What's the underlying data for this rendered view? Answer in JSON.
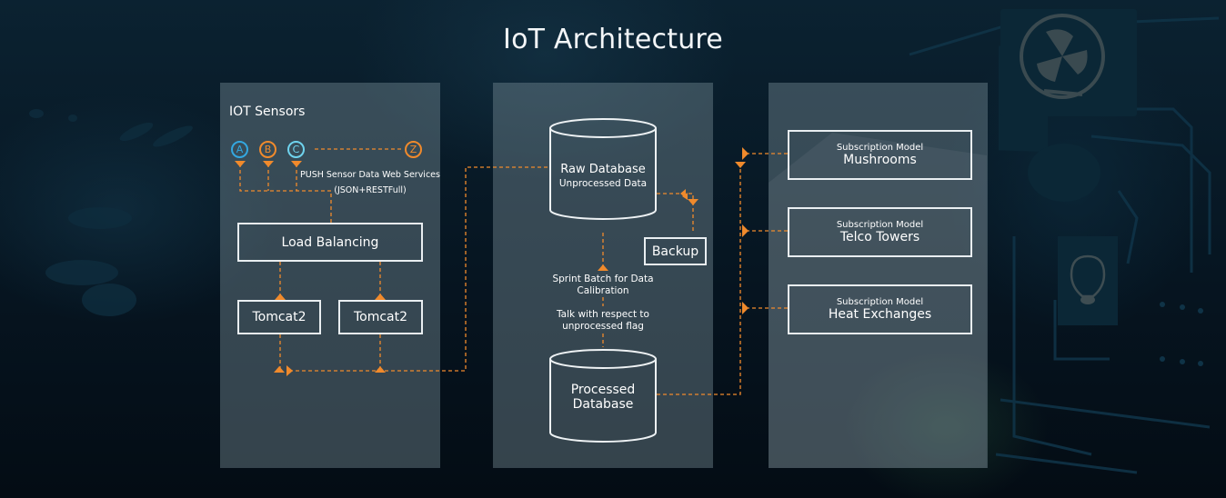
{
  "title": "IoT Architecture",
  "colors": {
    "accent": "#f08a2c",
    "sensor_a": "#33a7e0",
    "sensor_b": "#f08a2c",
    "sensor_c": "#6fd3ee",
    "sensor_z": "#f08a2c"
  },
  "sensors_panel": {
    "heading": "IOT Sensors",
    "sensors": [
      {
        "label": "A"
      },
      {
        "label": "B"
      },
      {
        "label": "C"
      },
      {
        "label": "Z"
      }
    ],
    "push_label_line1": "PUSH Sensor Data Web Services",
    "push_label_line2": "(JSON+RESTFull)",
    "load_balancer": "Load Balancing",
    "servers": [
      {
        "label": "Tomcat2"
      },
      {
        "label": "Tomcat2"
      }
    ]
  },
  "database_panel": {
    "raw_db": {
      "title": "Raw Database",
      "subtitle": "Unprocessed Data"
    },
    "backup": "Backup",
    "batch_label": "Sprint Batch for Data Calibration",
    "talk_label": "Talk with respect to unprocessed flag",
    "processed_db": {
      "title_line1": "Processed",
      "title_line2": "Database"
    }
  },
  "subscriptions_panel": {
    "models": [
      {
        "caption": "Subscription Model",
        "name": "Mushrooms"
      },
      {
        "caption": "Subscription Model",
        "name": "Telco Towers"
      },
      {
        "caption": "Subscription Model",
        "name": "Heat Exchanges"
      }
    ]
  }
}
